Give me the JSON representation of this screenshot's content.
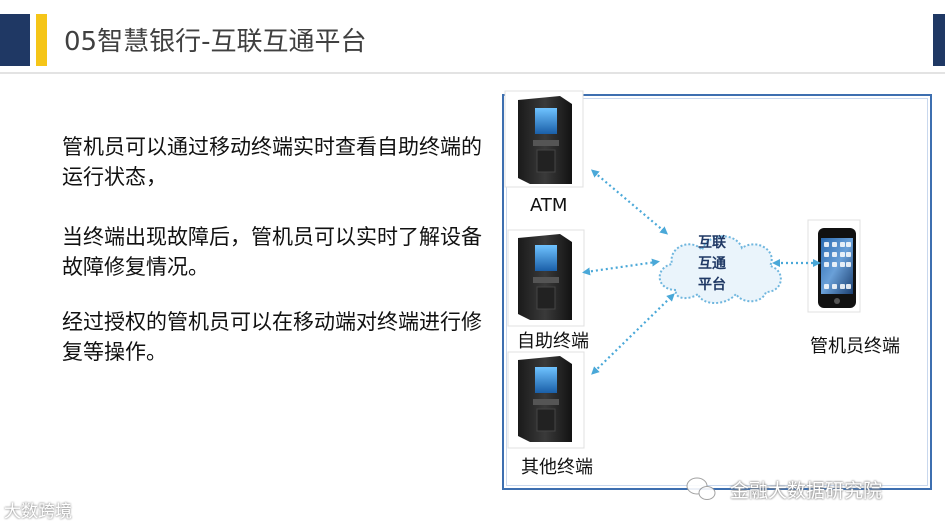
{
  "header": {
    "title": "05智慧银行-互联互通平台"
  },
  "body": {
    "paragraphs": [
      "管机员可以通过移动终端实时查看自助终端的运行状态，",
      "当终端出现故障后，管机员可以实时了解设备故障修复情况。",
      "经过授权的管机员可以在移动端对终端进行修复等操作。"
    ]
  },
  "diagram": {
    "atm_label": "ATM",
    "self_service_label": "自助终端",
    "other_label": "其他终端",
    "cloud_lines": [
      "互联",
      "互通",
      "平台"
    ],
    "phone_label": "管机员终端"
  },
  "watermarks": {
    "left": "大数跨境",
    "right": "金融大数据研究院"
  },
  "colors": {
    "navy": "#1f3864",
    "yellow": "#f5c518",
    "frame": "#3d6fb0",
    "arrow": "#4aa8d8"
  },
  "icons": {
    "terminal": "kiosk-icon",
    "phone": "smartphone-icon",
    "cloud": "cloud-icon",
    "wechat": "wechat-icon"
  }
}
